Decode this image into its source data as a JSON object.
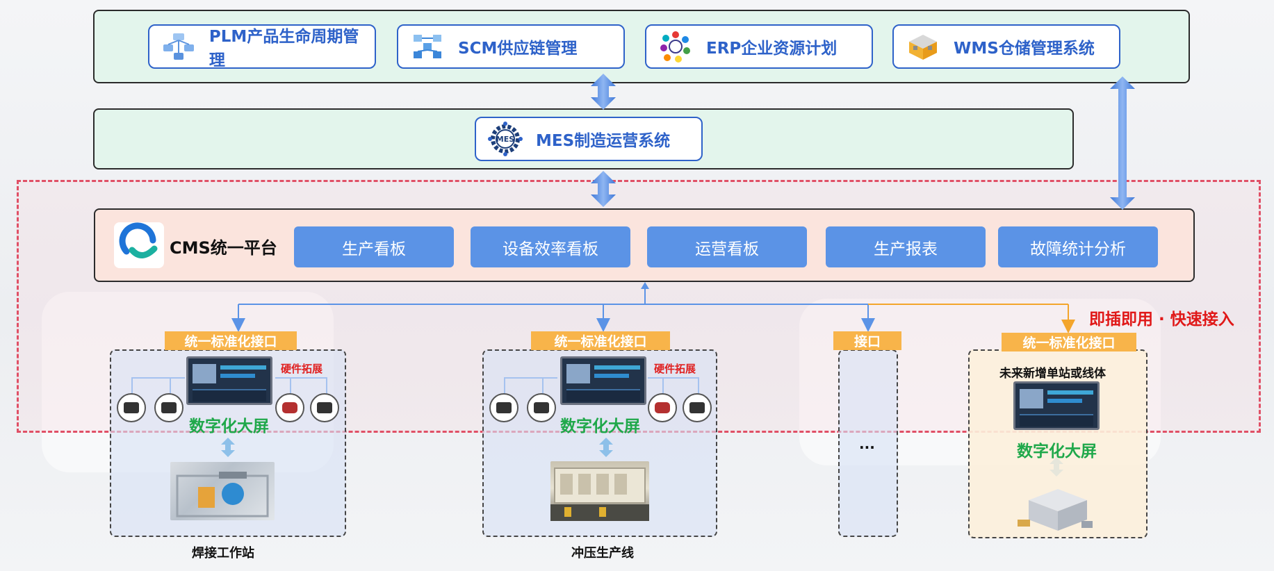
{
  "top_systems": [
    {
      "label": "PLM产品生命周期管理",
      "icon": "cloud-network-icon"
    },
    {
      "label": "SCM供应链管理",
      "icon": "supply-chain-icon"
    },
    {
      "label": "ERP企业资源计划",
      "icon": "erp-wheel-icon"
    },
    {
      "label": "WMS仓储管理系统",
      "icon": "warehouse-icon"
    }
  ],
  "mes": {
    "label": "MES制造运营系统",
    "icon_text": "MES",
    "icon": "mes-gear-icon"
  },
  "cms": {
    "title": "CMS统一平台",
    "logo": "cms-logo-icon",
    "modules": [
      "生产看板",
      "设备效率看板",
      "运营看板",
      "生产报表",
      "故障统计分析"
    ]
  },
  "interfaces": {
    "standard": "统一标准化接口",
    "generic": "接口"
  },
  "plug_and_play": "即插即用 · 快速接入",
  "stations": [
    {
      "caption": "焊接工作站",
      "screen_label": "数字化大屏",
      "hardware_label": "硬件拓展"
    },
    {
      "caption": "冲压生产线",
      "screen_label": "数字化大屏",
      "hardware_label": "硬件拓展"
    }
  ],
  "generic_station": {
    "text": "..."
  },
  "future_station": {
    "title": "未来新增单站或线体",
    "screen_label": "数字化大屏"
  },
  "colors": {
    "accent_blue": "#2e62c9",
    "module_blue": "#5b93e6",
    "interface_orange": "#f8b44a",
    "digital_green": "#1fa84a",
    "alert_red": "#e01818",
    "panel_green": "#e3f5ec",
    "panel_pink": "#fbe4dd"
  }
}
